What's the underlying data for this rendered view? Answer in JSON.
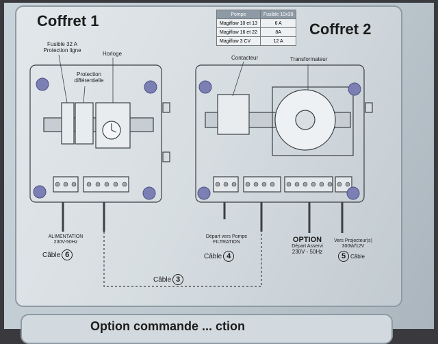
{
  "coffret1": {
    "title": "Coffret 1",
    "fusible": "Fusible 32 A",
    "protection_ligne": "Protection ligne",
    "horloge": "Horloge",
    "protection_diff_1": "Protection",
    "protection_diff_2": "différentielle",
    "alimentation_1": "ALIMENTATION",
    "alimentation_2": "230V-50Hz",
    "cable_label": "Câble",
    "cable_num": "6"
  },
  "coffret2": {
    "title": "Coffret 2",
    "contacteur": "Contacteur",
    "transformateur": "Transformateur",
    "depart_pompe_1": "Départ vers Pompe",
    "depart_pompe_2": "FILTRATION",
    "cable4_label": "Câble",
    "cable4_num": "4",
    "option_title": "OPTION",
    "option_1": "Départ Asservi",
    "option_2": "230V - 50Hz",
    "projecteur_1": "Vers Projecteur(s)",
    "projecteur_2": "300W/12V",
    "cable5_label": "Câble",
    "cable5_num": "5"
  },
  "cable3": {
    "label": "Câble",
    "num": "3"
  },
  "fuse_table": {
    "header": [
      "Pompe",
      "Fusible 10x38"
    ],
    "rows": [
      [
        "Magiflow 10 et 13",
        "6 A"
      ],
      [
        "Magiflow 16 et 22",
        "8A"
      ],
      [
        "Magiflow 3 CV",
        "12 A"
      ]
    ]
  },
  "bottom_card_title": "Option commande ... ction",
  "colors": {
    "line": "#3a3f44",
    "card": "#dfe5e8",
    "screw": "#7b7fb4"
  }
}
